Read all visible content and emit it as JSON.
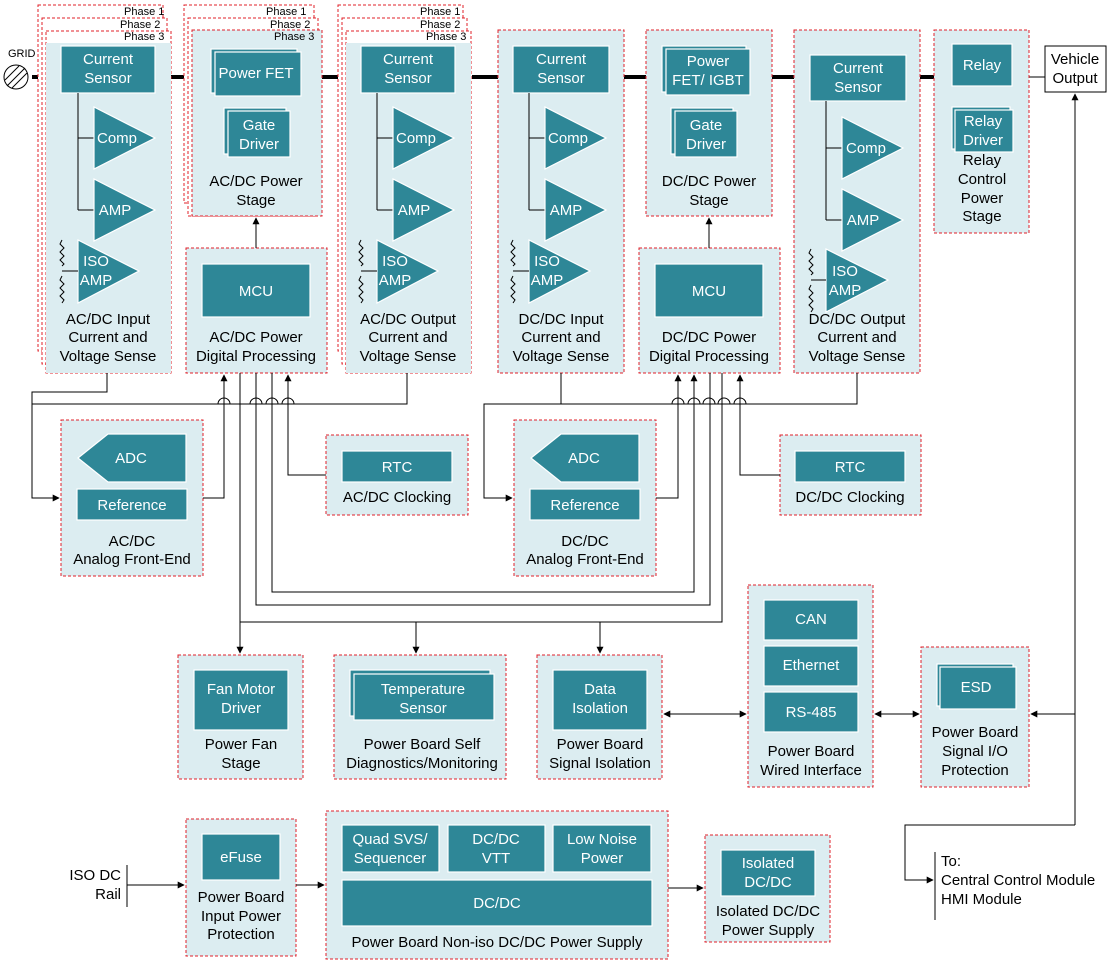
{
  "grid": "GRID",
  "phases": [
    "Phase 1",
    "Phase 2",
    "Phase 3"
  ],
  "blocks": {
    "acdc_input": {
      "title": [
        "AC/DC Input",
        "Current and",
        "Voltage Sense"
      ],
      "current_sensor": [
        "Current",
        "Sensor"
      ],
      "comp": "Comp",
      "amp": "AMP",
      "iso_amp": [
        "ISO",
        "AMP"
      ]
    },
    "acdc_power_stage": {
      "title": [
        "AC/DC Power",
        "Stage"
      ],
      "power_fet": "Power FET",
      "gate_driver": [
        "Gate",
        "Driver"
      ]
    },
    "acdc_output": {
      "title": [
        "AC/DC Output",
        "Current and",
        "Voltage Sense"
      ],
      "current_sensor": [
        "Current",
        "Sensor"
      ],
      "comp": "Comp",
      "amp": "AMP",
      "iso_amp": [
        "ISO",
        "AMP"
      ]
    },
    "dcdc_input": {
      "title": [
        "DC/DC Input",
        "Current and",
        "Voltage Sense"
      ],
      "current_sensor": [
        "Current",
        "Sensor"
      ],
      "comp": "Comp",
      "amp": "AMP",
      "iso_amp": [
        "ISO",
        "AMP"
      ]
    },
    "dcdc_power_stage": {
      "title": [
        "DC/DC Power",
        "Stage"
      ],
      "power_fet": [
        "Power",
        "FET/ IGBT"
      ],
      "gate_driver": [
        "Gate",
        "Driver"
      ]
    },
    "dcdc_output": {
      "title": [
        "DC/DC Output",
        "Current and",
        "Voltage Sense"
      ],
      "current_sensor": [
        "Current",
        "Sensor"
      ],
      "comp": "Comp",
      "amp": "AMP",
      "iso_amp": [
        "ISO",
        "AMP"
      ]
    },
    "relay": {
      "title": [
        "Relay",
        "Control",
        "Power",
        "Stage"
      ],
      "relay": "Relay",
      "relay_driver": [
        "Relay",
        "Driver"
      ]
    },
    "vehicle_output": [
      "Vehicle",
      "Output"
    ],
    "acdc_dp": {
      "title": [
        "AC/DC Power",
        "Digital Processing"
      ],
      "mcu": "MCU"
    },
    "dcdc_dp": {
      "title": [
        "DC/DC Power",
        "Digital Processing"
      ],
      "mcu": "MCU"
    },
    "acdc_afe": {
      "title": [
        "AC/DC",
        "Analog Front-End"
      ],
      "adc": "ADC",
      "reference": "Reference"
    },
    "dcdc_afe": {
      "title": [
        "DC/DC",
        "Analog Front-End"
      ],
      "adc": "ADC",
      "reference": "Reference"
    },
    "acdc_clock": {
      "title": "AC/DC Clocking",
      "rtc": "RTC"
    },
    "dcdc_clock": {
      "title": "DC/DC Clocking",
      "rtc": "RTC"
    },
    "fan": {
      "title": [
        "Power Fan",
        "Stage"
      ],
      "inner": [
        "Fan Motor",
        "Driver"
      ]
    },
    "temp": {
      "title": [
        "Power Board Self",
        "Diagnostics/Monitoring"
      ],
      "inner": [
        "Temperature",
        "Sensor"
      ]
    },
    "data_iso": {
      "title": [
        "Power Board",
        "Signal Isolation"
      ],
      "inner": [
        "Data",
        "Isolation"
      ]
    },
    "wired": {
      "title": [
        "Power Board",
        "Wired Interface"
      ],
      "can": "CAN",
      "ethernet": "Ethernet",
      "rs485": "RS-485"
    },
    "esd": {
      "title": [
        "Power Board",
        "Signal I/O",
        "Protection"
      ],
      "inner": "ESD"
    },
    "iso_dc_rail": [
      "ISO DC",
      "Rail"
    ],
    "input_prot": {
      "title": [
        "Power Board",
        "Input Power",
        "Protection"
      ],
      "inner": "eFuse"
    },
    "nonisosupply": {
      "title": "Power Board Non-iso DC/DC Power Supply",
      "quad": [
        "Quad SVS/",
        "Sequencer"
      ],
      "vtt": [
        "DC/DC",
        "VTT"
      ],
      "lownoise": [
        "Low Noise",
        "Power"
      ],
      "dcdc": "DC/DC"
    },
    "isosupply": {
      "title": [
        "Isolated DC/DC",
        "Power Supply"
      ],
      "inner": [
        "Isolated",
        "DC/DC"
      ]
    },
    "to_modules": [
      "To:",
      "Central Control Module",
      "HMI Module"
    ]
  }
}
